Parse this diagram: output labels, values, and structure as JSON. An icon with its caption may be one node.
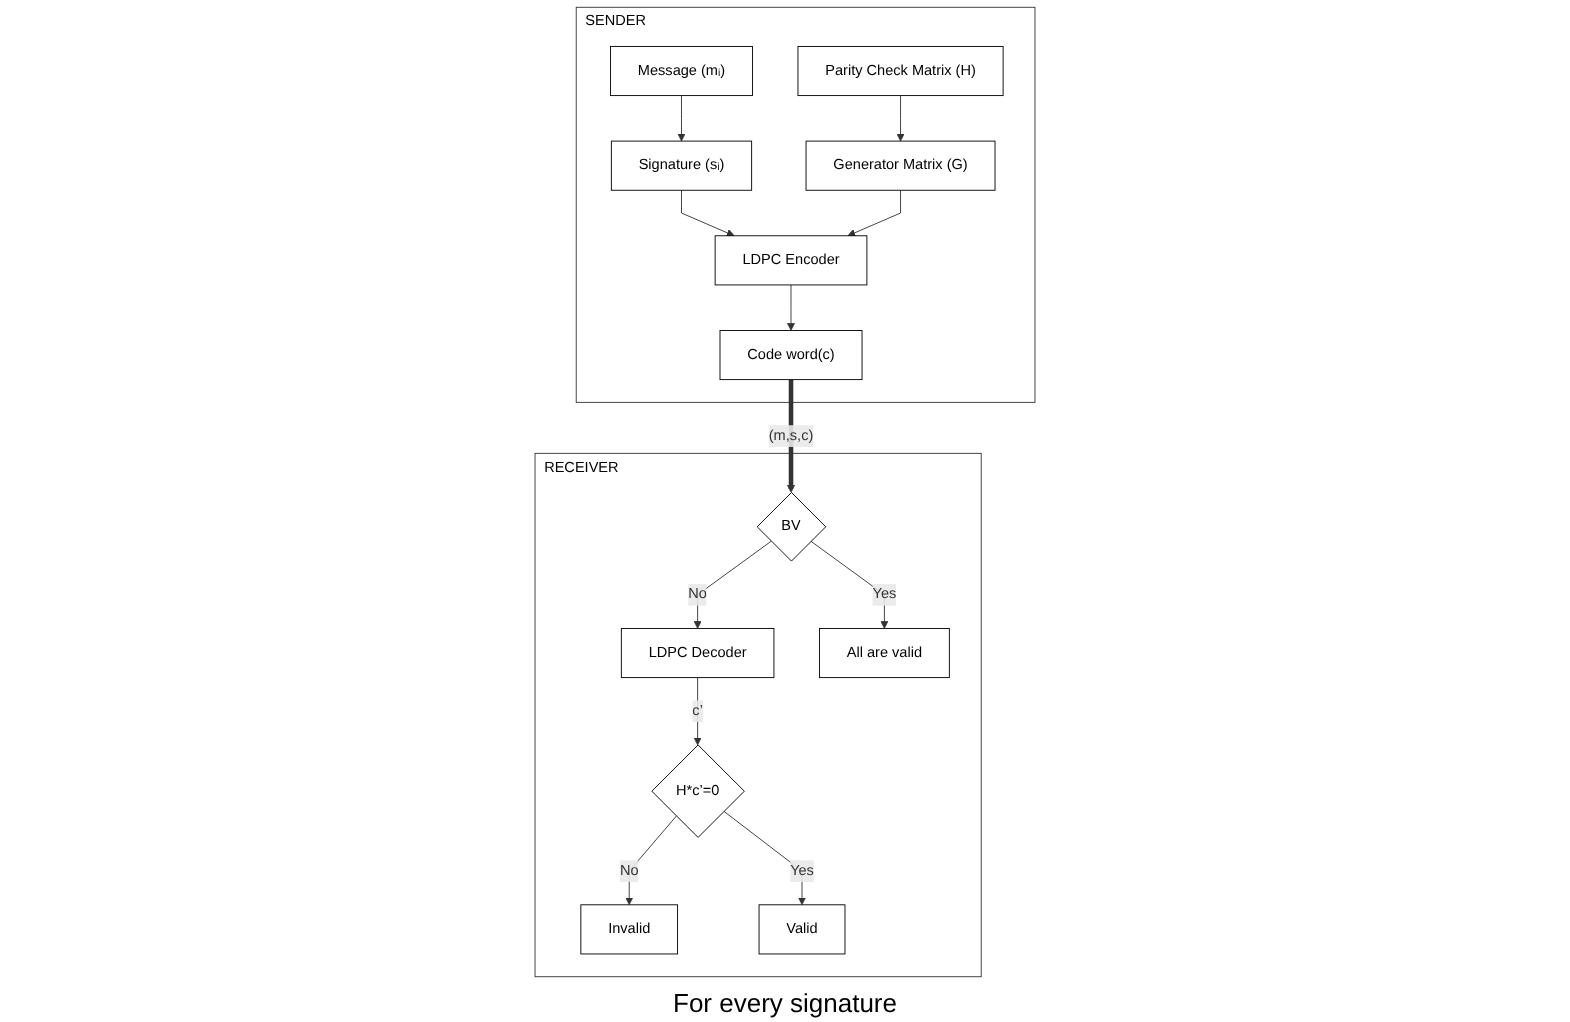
{
  "diagram": {
    "nodes": [
      {
        "text": [
          "SENDER"
        ]
      },
      {
        "text": [
          "Message (mᵢ)"
        ],
        "in": 0
      },
      {
        "text": [
          "Parity Check Matrix (H)"
        ],
        "in": 0
      },
      {
        "text": [
          "Signature (sᵢ)"
        ],
        "in": 0
      },
      {
        "text": [
          "Generator Matrix (G)"
        ],
        "in": 0
      },
      {
        "text": [
          "LDPC Encoder"
        ],
        "in": 0
      },
      {
        "text": [
          "Code word(c)"
        ],
        "in": 0
      },
      {
        "text": [
          "RECEIVER"
        ]
      },
      {
        "text": [
          "Invalid"
        ],
        "in": 7
      },
      {
        "text": [
          "H*c’=0"
        ],
        "in": 7
      },
      {
        "text": [
          "Valid"
        ],
        "in": 7
      },
      {
        "text": [
          "LDPC Decoder"
        ],
        "in": 7
      },
      {
        "text": [
          "BV"
        ],
        "in": 7
      },
      {
        "text": [
          "All are valid"
        ],
        "in": 7
      }
    ],
    "edges": [
      {
        "from": 1,
        "to": 3,
        "arrow": "to"
      },
      {
        "from": 2,
        "to": 4,
        "arrow": "to"
      },
      {
        "from": 3,
        "to": 5,
        "arrow": "to"
      },
      {
        "from": 4,
        "to": 5,
        "arrow": "to"
      },
      {
        "from": 5,
        "to": 6,
        "arrow": "to"
      },
      {
        "from": 6,
        "to": 12,
        "arrow": "to",
        "label": "(m,s,c)",
        "style": "thick"
      },
      {
        "from": 12,
        "to": 11,
        "arrow": "to",
        "label": "No"
      },
      {
        "from": 12,
        "to": 13,
        "arrow": "to",
        "label": "Yes"
      },
      {
        "from": 11,
        "to": 9,
        "arrow": "to",
        "label": "c’"
      },
      {
        "from": 9,
        "to": 8,
        "arrow": "to",
        "label": "No"
      },
      {
        "from": 9,
        "to": 10,
        "arrow": "to",
        "label": "Yes"
      }
    ],
    "labels": [
      "For every signature"
    ]
  }
}
